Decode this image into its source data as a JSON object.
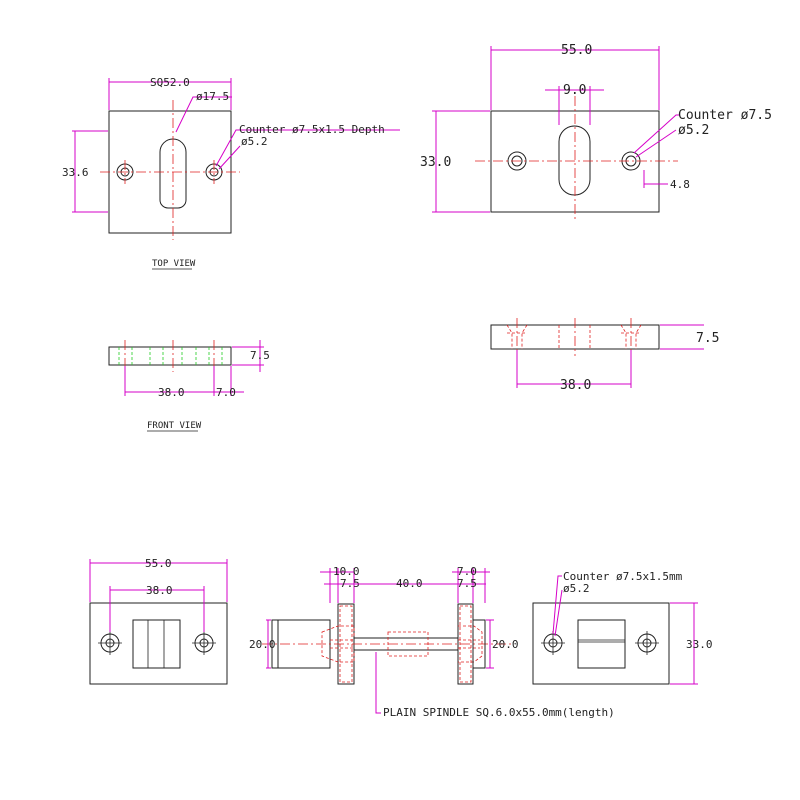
{
  "colors": {
    "object_lines": "#222222",
    "dimension_lines": "#d600c8",
    "center_hidden_lines": "#e02020",
    "green_hidden_lines": "#22cc22"
  },
  "view_a": {
    "title_top": "TOP VIEW",
    "title_front": "FRONT VIEW",
    "dim_width": "SQ52.0",
    "dim_hole_large": "ø17.5",
    "note_counter": "Counter ø7.5x1.5 Depth",
    "note_hole": "ø5.2",
    "dim_height": "33.6",
    "dim_thickness": "7.5",
    "dim_hole_pitch": "38.0",
    "dim_edge": "7.0"
  },
  "view_b": {
    "dim_width": "55.0",
    "dim_slot": "9.0",
    "note_counter": "Counter ø7.5",
    "note_hole": "ø5.2",
    "dim_height": "33.0",
    "dim_edge": "4.8",
    "dim_thickness": "7.5",
    "dim_hole_pitch": "38.0"
  },
  "view_c": {
    "dim_width": "55.0",
    "dim_hole_pitch": "38.0"
  },
  "view_d": {
    "dim_10": "10.0",
    "dim_7_5_left": "7.5",
    "dim_40": "40.0",
    "dim_7_0": "7.0",
    "dim_7_5_right": "7.5",
    "dim_20_left": "20.0",
    "dim_20_right": "20.0",
    "note_spindle": "PLAIN SPINDLE SQ.6.0x55.0mm(length)"
  },
  "view_e": {
    "note_counter": "Counter ø7.5x1.5mm",
    "note_hole": "ø5.2",
    "dim_height": "33.0"
  }
}
